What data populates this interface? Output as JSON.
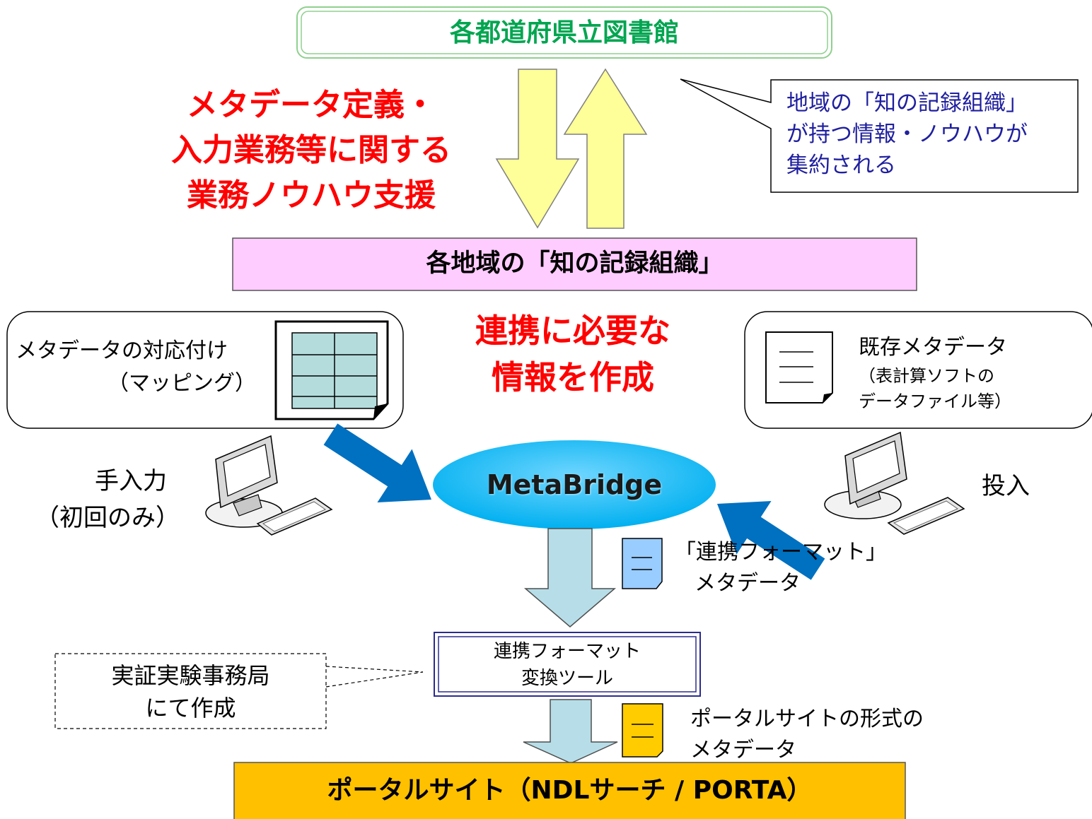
{
  "top_box": {
    "label": "各都道府県立図書館"
  },
  "support_text": {
    "lines": [
      "メタデータ定義・",
      "入力業務等に関する",
      "業務ノウハウ支援"
    ]
  },
  "callout": {
    "lines": [
      "地域の「知の記録組織」",
      "が持つ情報・ノウハウが",
      "集約される"
    ]
  },
  "middle_box": {
    "label": "各地域の「知の記録組織」"
  },
  "mapping_box": {
    "lines": [
      "メタデータの対応付け",
      "（マッピング）"
    ]
  },
  "create_text": {
    "lines": [
      "連携に必要な",
      "情報を作成"
    ]
  },
  "existing_box": {
    "lines": [
      "既存メタデータ",
      "（表計算ソフトの",
      "データファイル等）"
    ]
  },
  "manual_input": {
    "lines": [
      "手入力",
      "（初回のみ）"
    ]
  },
  "upload": {
    "label": "投入"
  },
  "metabridge": {
    "label": "MetaBridge"
  },
  "federation_meta": {
    "lines": [
      "「連携フォーマット」",
      "メタデータ"
    ]
  },
  "convert_tool": {
    "lines": [
      "連携フォーマット",
      "変換ツール"
    ]
  },
  "secretariat": {
    "lines": [
      "実証実験事務局",
      "にて作成"
    ]
  },
  "portal_meta": {
    "lines": [
      "ポータルサイトの形式の",
      "メタデータ"
    ]
  },
  "portal_box": {
    "label": "ポータルサイト（NDLサーチ / PORTA）"
  },
  "colors": {
    "green_text": "#00a550",
    "red_text": "#ff0000",
    "navy_text": "#1f1f9f",
    "pink_fill": "#ffccff",
    "yellow_arrow": "#ffff99",
    "blue_arrow": "#0070c0",
    "ellipse_fill": "#00b0f0",
    "pale_arrow": "#b7dee8",
    "portal_fill": "#ffc000"
  }
}
